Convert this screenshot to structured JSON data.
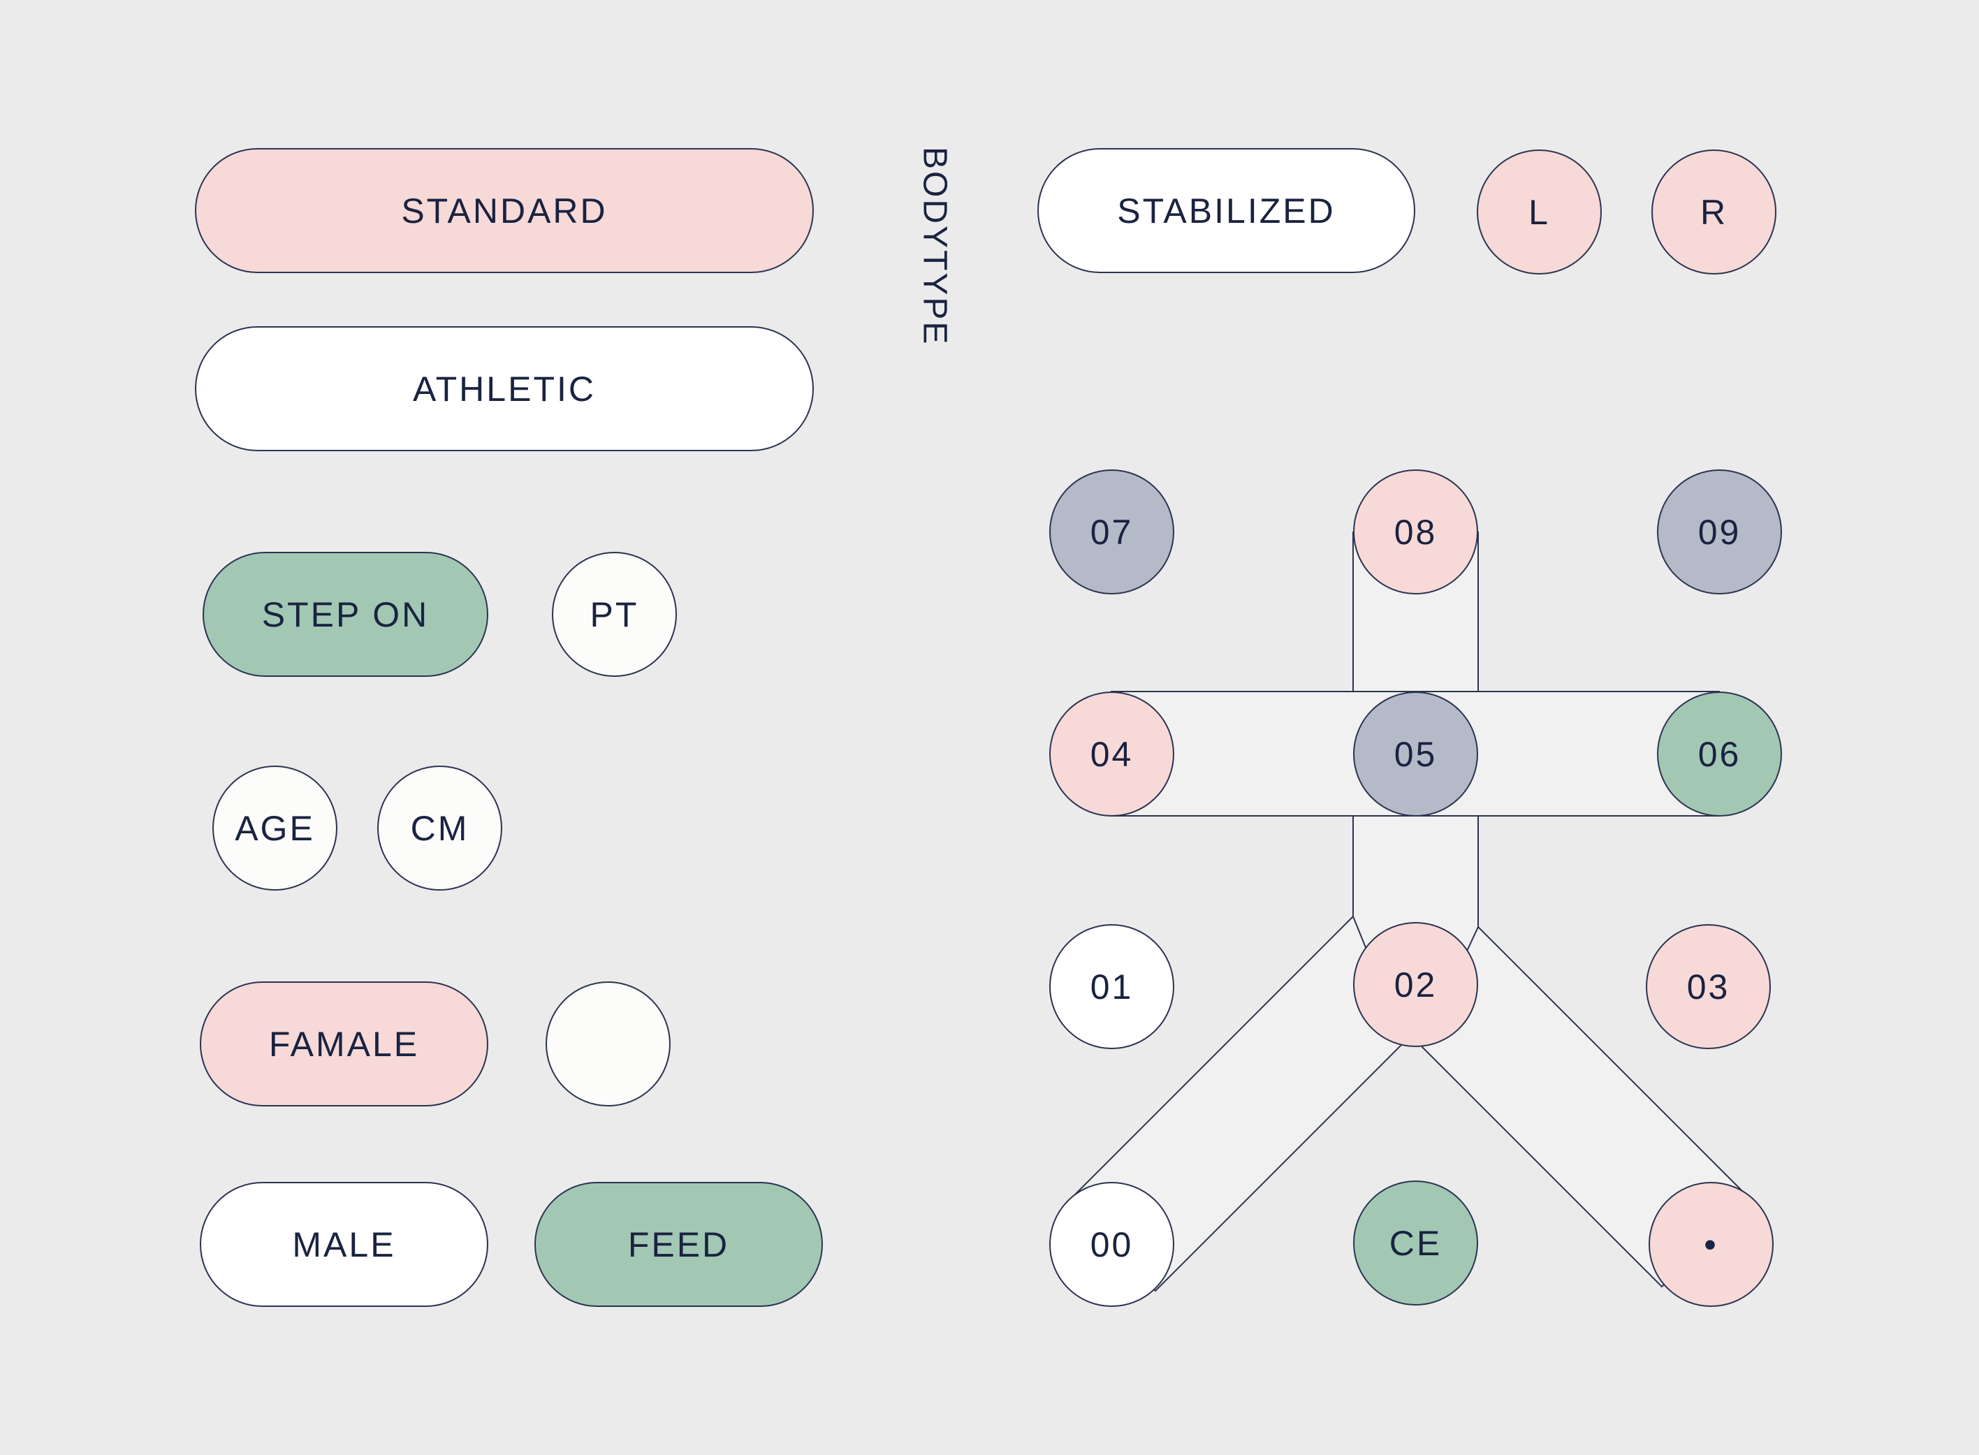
{
  "colors": {
    "background": "#ebebeb",
    "pink": "#f7d9d8",
    "white": "#ffffff",
    "green": "#a2c8b4",
    "slate": "#b4bac7",
    "outline": "#2b3450",
    "text": "#1a2340",
    "bone": "#f1f1f1"
  },
  "left_panel": {
    "standard": "STANDARD",
    "athletic": "ATHLETIC",
    "step_on": "STEP ON",
    "pt": "PT",
    "age": "AGE",
    "cm": "CM",
    "famale": "FAMALE",
    "blank": "",
    "male": "MALE",
    "feed": "FEED"
  },
  "bodytype_label": "BODYTYPE",
  "right_panel": {
    "stabilized": "STABILIZED",
    "left": "L",
    "right": "R",
    "points": {
      "p07": "07",
      "p08": "08",
      "p09": "09",
      "p04": "04",
      "p05": "05",
      "p06": "06",
      "p01": "01",
      "p02": "02",
      "p03": "03",
      "p00": "00",
      "ce": "CE",
      "dot": "•"
    }
  }
}
